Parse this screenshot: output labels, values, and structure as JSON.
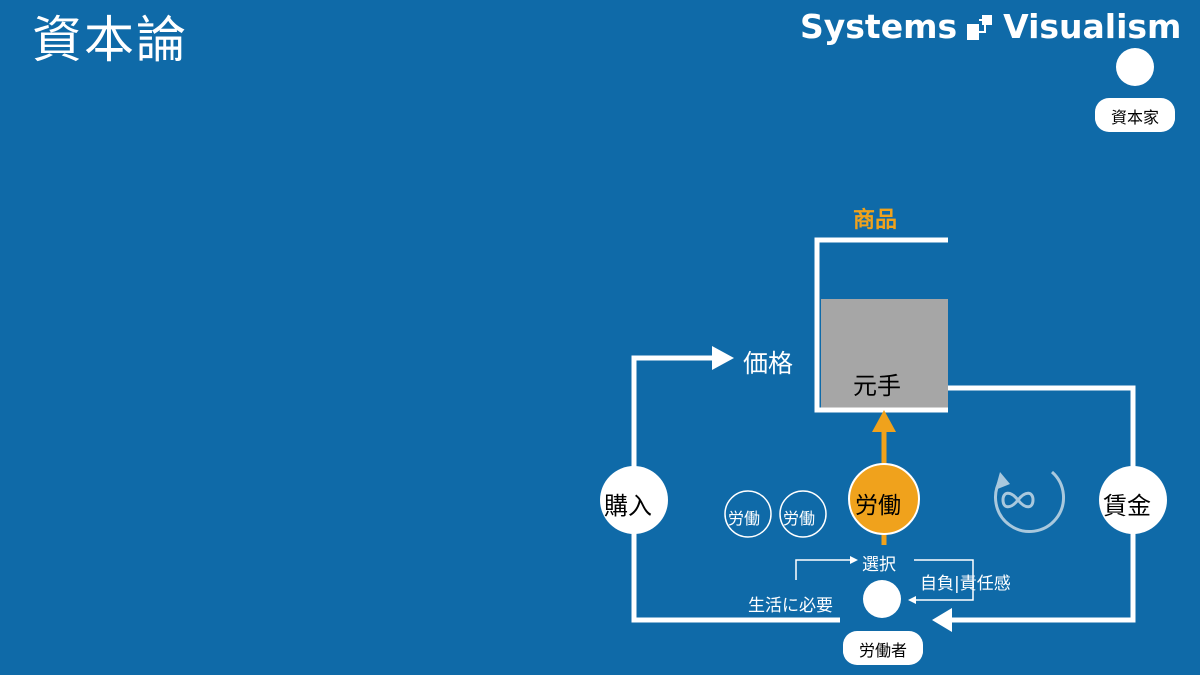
{
  "slide": {
    "title": "資本論",
    "brand": {
      "word1": "Systems",
      "word2": "Visualism",
      "logo_icon": "system-blocks-icon"
    }
  },
  "diagram": {
    "capitalist": {
      "label": "資本家",
      "icon": "person-icon"
    },
    "worker": {
      "label": "労働者",
      "icon": "person-icon"
    },
    "commodity_label": "商品",
    "stock_label": "元手",
    "price_label": "価格",
    "purchase_label": "購入",
    "wage_label": "賃金",
    "labor_main": "労働",
    "labor_small": [
      "労働",
      "労働"
    ],
    "choice_label": "選択",
    "necessity_label": "生活に必要",
    "responsibility_label": "自負|責任感",
    "loop_icon": "infinity-loop-icon",
    "colors": {
      "background": "#0f6aa8",
      "accent": "#f0a21c",
      "stock_fill": "#a6a6a6",
      "lines": "#ffffff"
    }
  }
}
